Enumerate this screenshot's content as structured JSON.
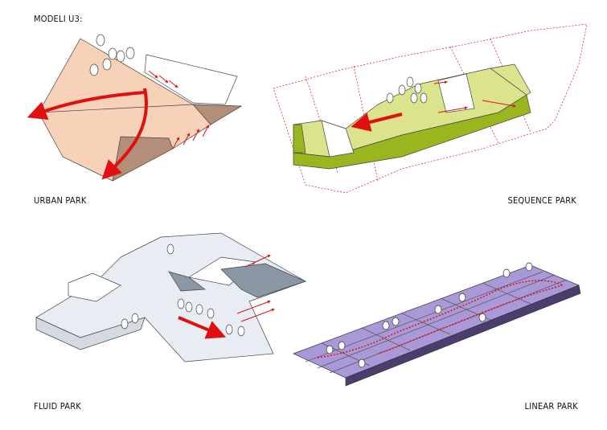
{
  "title": "MODELI U3:",
  "panels": [
    {
      "label": "URBAN PARK",
      "color": "#f8d2b8"
    },
    {
      "label": "SEQUENCE PARK",
      "color": "#9ab61e"
    },
    {
      "label": "FLUID PARK",
      "color": "#dfe6ee"
    },
    {
      "label": "LINEAR PARK",
      "color": "#a999d8"
    }
  ],
  "arrow_color": "#e01010"
}
